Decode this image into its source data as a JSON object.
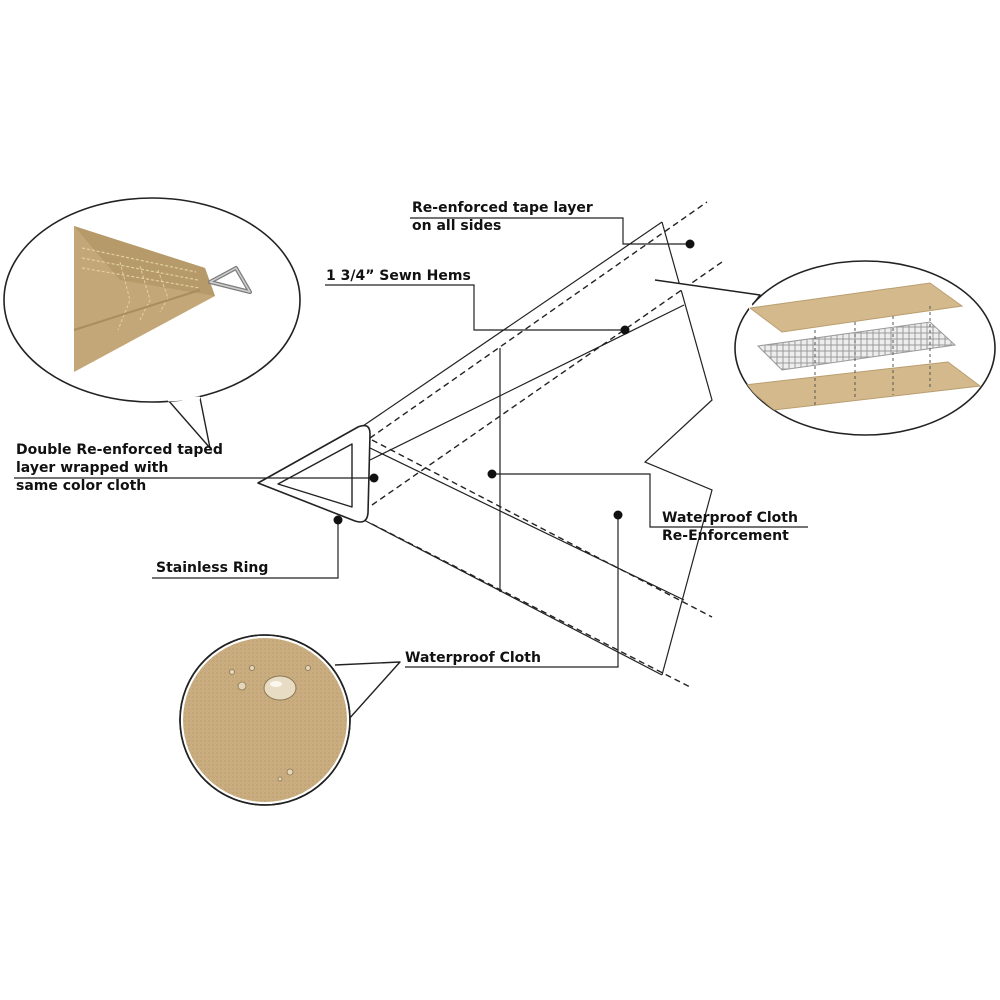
{
  "labels": {
    "tape_layer": [
      "Re-enforced tape layer",
      "on all sides"
    ],
    "sewn_hems": "1 3/4” Sewn Hems",
    "double_taped": [
      "Double Re-enforced taped",
      "layer wrapped with",
      "same color cloth"
    ],
    "stainless_ring": "Stainless Ring",
    "cloth_reinforcement": [
      "Waterproof Cloth",
      "Re-Enforcement"
    ],
    "waterproof_cloth": "Waterproof Cloth"
  },
  "colors": {
    "fabric": "#c9ad80",
    "fabric_dark": "#b59868",
    "stitch": "#e6d3a8",
    "mesh": "#c8c8c8",
    "metal": "#8a8a8a",
    "line": "#222222"
  },
  "icons": {
    "corner_detail": "fabric-corner-with-ring",
    "layer_detail": "three-layer-exploded-view",
    "water_detail": "water-droplets-on-fabric"
  }
}
